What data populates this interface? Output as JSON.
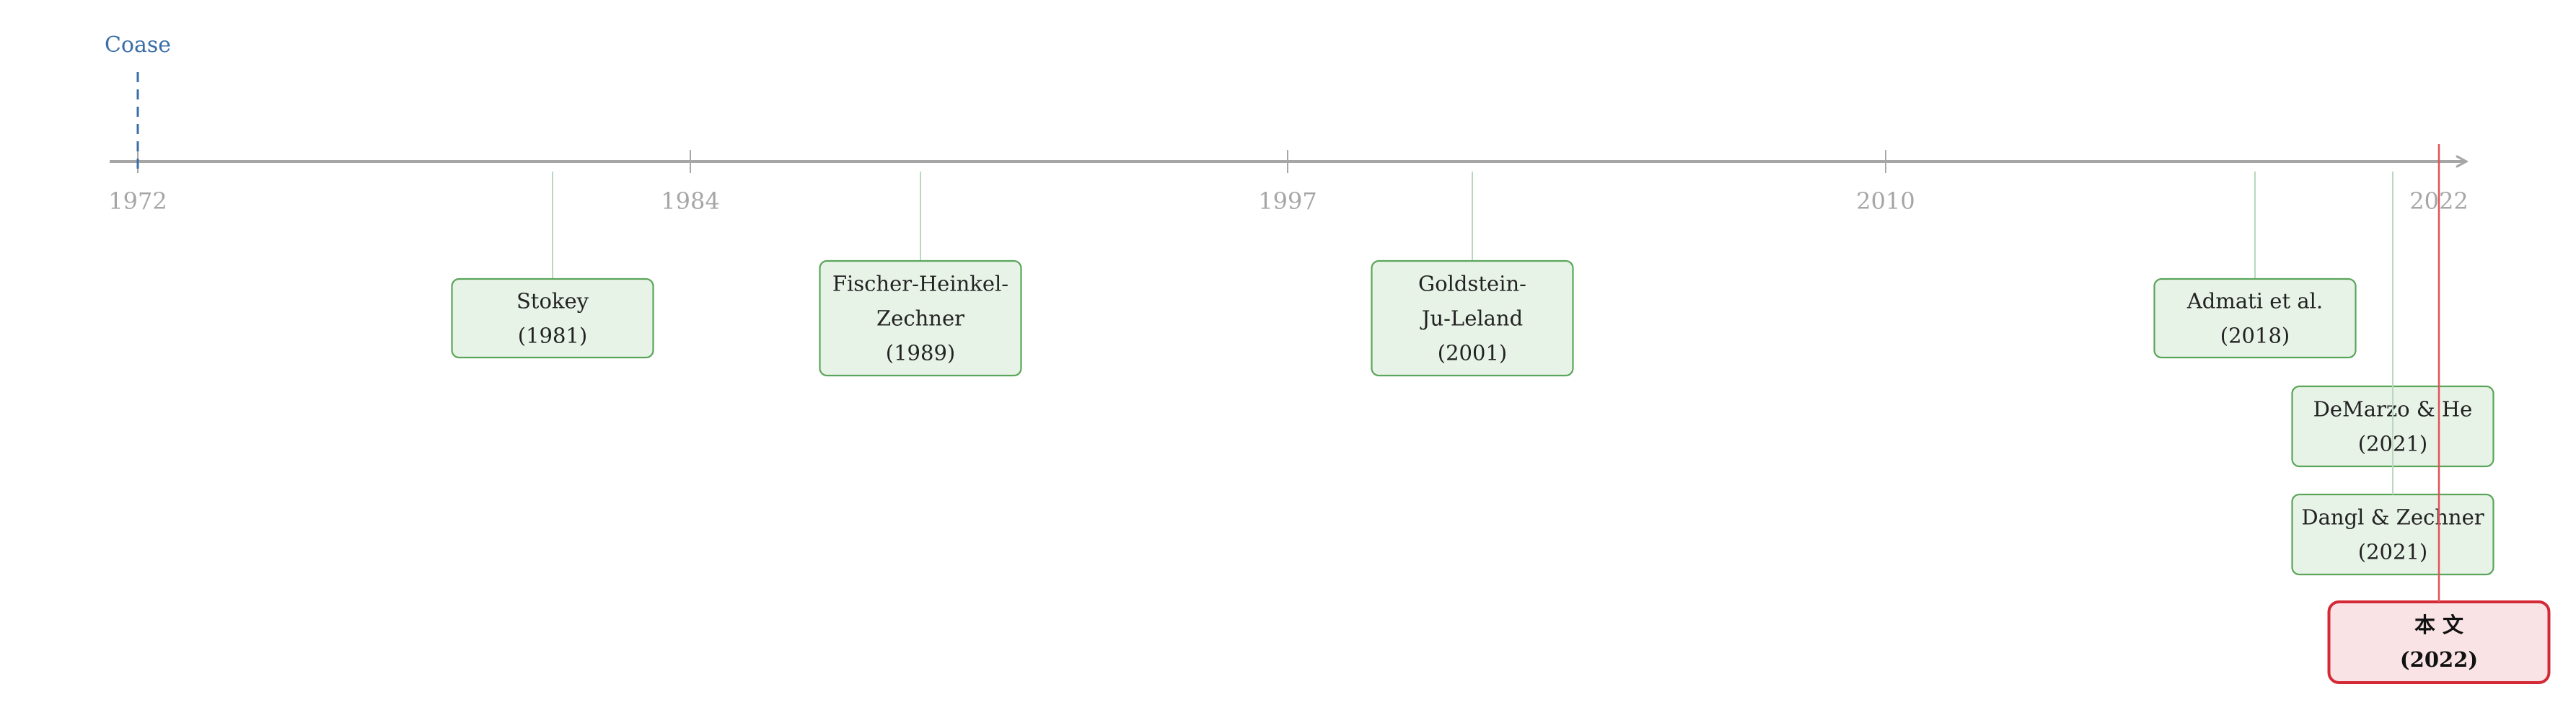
{
  "timeline": {
    "ticks": [
      "1972",
      "1984",
      "1997",
      "2010",
      "2022"
    ],
    "marker": {
      "label": "Coase",
      "color": "#3a6ea8"
    }
  },
  "papers": [
    {
      "name": "stokey",
      "lines": [
        "Stokey",
        "(1981)"
      ],
      "style": "normal"
    },
    {
      "name": "fischer-heinkel-zechner",
      "lines": [
        "Fischer-Heinkel-",
        "Zechner",
        "(1989)"
      ],
      "style": "normal"
    },
    {
      "name": "goldstein-ju-leland",
      "lines": [
        "Goldstein-",
        "Ju-Leland",
        "(2001)"
      ],
      "style": "normal"
    },
    {
      "name": "admati-et-al",
      "lines": [
        "Admati et al.",
        "(2018)"
      ],
      "style": "normal"
    },
    {
      "name": "demarzo-he",
      "lines": [
        "DeMarzo & He",
        "(2021)"
      ],
      "style": "normal"
    },
    {
      "name": "dangl-zechner",
      "lines": [
        "Dangl & Zechner",
        "(2021)"
      ],
      "style": "normal"
    },
    {
      "name": "this-paper",
      "lines": [
        "本 文",
        "(2022)"
      ],
      "style": "highlight"
    }
  ],
  "colors": {
    "axis": "#a6a6a6",
    "green_fill": "#e8f3e8",
    "green_stroke": "#5aa55a",
    "green_connector": "#b9d8bd",
    "red_fill": "#f9e3e5",
    "red_stroke": "#d42a37",
    "red_connector": "#e0525c"
  }
}
